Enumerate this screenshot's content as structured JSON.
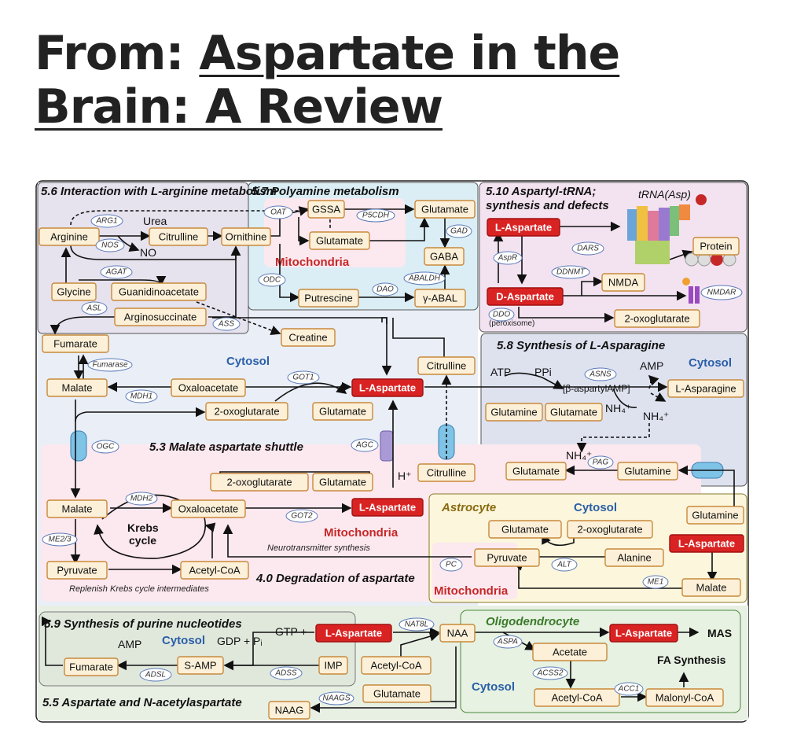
{
  "title": {
    "prefix": "From: ",
    "link_text": "Aspartate in the Brain: A Review"
  },
  "sections": {
    "s56": "5.6 Interaction with L-arginine metabolism",
    "s57": "5.7 Polyamine metabolism",
    "s510a": "5.10 Aspartyl-tRNA;",
    "s510b": "synthesis and defects",
    "s58": "5.8 Synthesis of L-Asparagine",
    "s53": "5.3 Malate aspartate shuttle",
    "s40": "4.0 Degradation of aspartate",
    "s59": "5.9 Synthesis of purine nucleotides",
    "s55": "5.5 Aspartate and N-acetylaspartate"
  },
  "compartments": {
    "mitochondria": "Mitochondria",
    "cytosol": "Cytosol",
    "astrocyte": "Astrocyte",
    "oligodendrocyte": "Oligodendrocyte"
  },
  "metabolites": {
    "arginine": "Arginine",
    "citrulline": "Citrulline",
    "ornithine": "Ornithine",
    "urea": "Urea",
    "no": "NO",
    "glycine": "Glycine",
    "guanidinoacetate": "Guanidinoacetate",
    "arginosuccinate": "Arginosuccinate",
    "fumarate": "Fumarate",
    "creatine": "Creatine",
    "gssa": "GSSA",
    "glutamate": "Glutamate",
    "gaba": "GABA",
    "putrescine": "Putrescine",
    "gamma_abal": "γ-ABAL",
    "l_aspartate": "L-Aspartate",
    "d_aspartate": "D-Aspartate",
    "trna": "tRNA(Asp)",
    "protein": "Protein",
    "nmda": "NMDA",
    "nmdar": "NMDAR",
    "peroxisome": "(peroxisome)",
    "two_og": "2-oxoglutarate",
    "malate": "Malate",
    "oxaloacetate": "Oxaloacetate",
    "atp": "ATP",
    "ppi": "PPi",
    "amp": "AMP",
    "b_asp_amp": "[β-aspartylAMP]",
    "l_asparagine": "L-Asparagine",
    "glutamine": "Glutamine",
    "nh4": "NH₄⁺",
    "h_plus": "H⁺",
    "krebs1": "Krebs",
    "krebs2": "cycle",
    "pyruvate": "Pyruvate",
    "acetyl_coa": "Acetyl-CoA",
    "alanine": "Alanine",
    "neuro_syn": "Neurotransmitter synthesis",
    "replenish": "Replenish Krebs cycle intermediates",
    "gdp_pi": "GDP + Pᵢ",
    "gtp": "GTP +",
    "imp": "IMP",
    "s_amp": "S-AMP",
    "naa": "NAA",
    "naag": "NAAG",
    "acetate": "Acetate",
    "malonyl_coa": "Malonyl-CoA",
    "mas": "MAS",
    "fa_synthesis": "FA Synthesis"
  },
  "enzymes": {
    "arg1": "ARG1",
    "nos": "NOS",
    "agat": "AGAT",
    "asl": "ASL",
    "ass": "ASS",
    "oat": "OAT",
    "p5cdh": "P5CDH",
    "gad": "GAD",
    "abaldh": "ABALDH",
    "odc": "ODC",
    "dao": "DAO",
    "aspr": "AspR",
    "dars": "DARS",
    "ddnmt": "DDNMT",
    "ddo": "DDO",
    "fumarase": "Fumarase",
    "mdh1": "MDH1",
    "got1": "GOT1",
    "asns": "ASNS",
    "ogc": "OGC",
    "agc": "AGC",
    "pag": "PAG",
    "mdh2": "MDH2",
    "got2": "GOT2",
    "me23": "ME2/3",
    "pc": "PC",
    "alt": "ALT",
    "me1": "ME1",
    "nat8l": "NAT8L",
    "aspa": "ASPA",
    "adsl": "ADSL",
    "adss": "ADSS",
    "acss2": "ACSS2",
    "acc1": "ACC1",
    "naags": "NAAGS"
  },
  "colors": {
    "cytosol_bg": "#e9eef7",
    "mito_bg": "#fce8ef",
    "polyamine_bg": "#dbeef5",
    "trna_bg": "#f3e3f1",
    "asparagine_bg": "#dee2ef",
    "astro_bg": "#fbf6dc",
    "purine_bg": "#e5ede1",
    "oligo_bg": "#e7f2e2",
    "aspartate_red": "#d92323"
  }
}
